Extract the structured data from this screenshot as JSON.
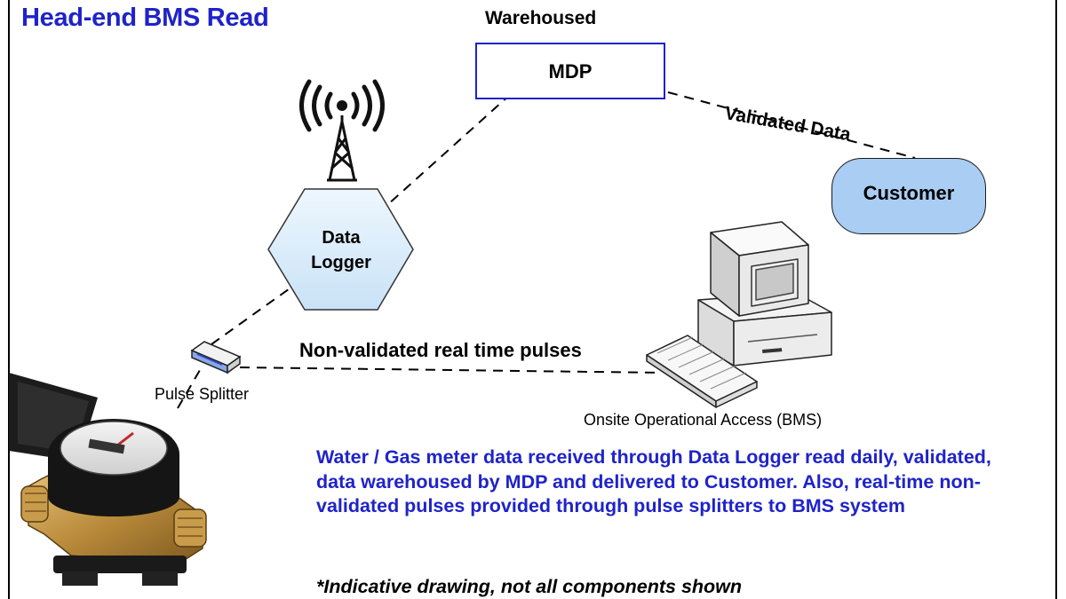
{
  "title": "Head-end BMS Read",
  "mdp": {
    "caption": "Warehoused",
    "label": "MDP"
  },
  "customer": {
    "label": "Customer"
  },
  "data_logger": {
    "line1": "Data",
    "line2": "Logger"
  },
  "connections": {
    "validated_data": "Validated Data",
    "non_validated": "Non-validated real time pulses"
  },
  "pulse_splitter": {
    "label": "Pulse Splitter"
  },
  "bms": {
    "label": "Onsite Operational Access (BMS)"
  },
  "description": "Water / Gas meter data received through Data Logger read daily, validated, data warehoused by MDP and delivered to Customer. Also, real-time non-validated pulses provided through pulse splitters to BMS system",
  "disclaimer": "*Indicative drawing, not all components shown",
  "colors": {
    "accent_blue": "#1f23c8",
    "customer_fill": "#a9cdf3",
    "logger_fill": "#d8ecfb"
  },
  "icons": [
    "antenna-tower-icon",
    "radio-wave-icon",
    "pulse-splitter-icon",
    "computer-icon",
    "keyboard-icon",
    "water-meter-icon"
  ]
}
